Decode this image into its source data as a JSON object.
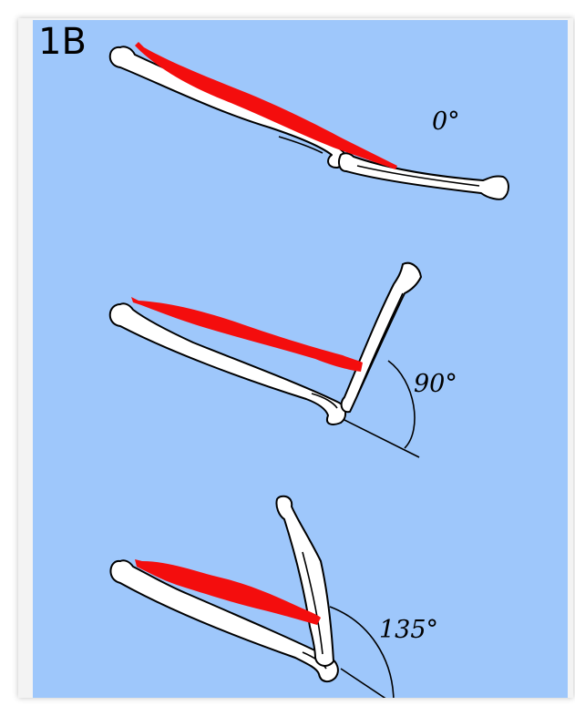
{
  "figure": {
    "label": "1B",
    "background_color": "#9ec7fb",
    "muscle_color": "#f40d0d",
    "bone_color": "#ffffff"
  },
  "panels": [
    {
      "angle_label": "0°"
    },
    {
      "angle_label": "90°"
    },
    {
      "angle_label": "135°"
    }
  ]
}
